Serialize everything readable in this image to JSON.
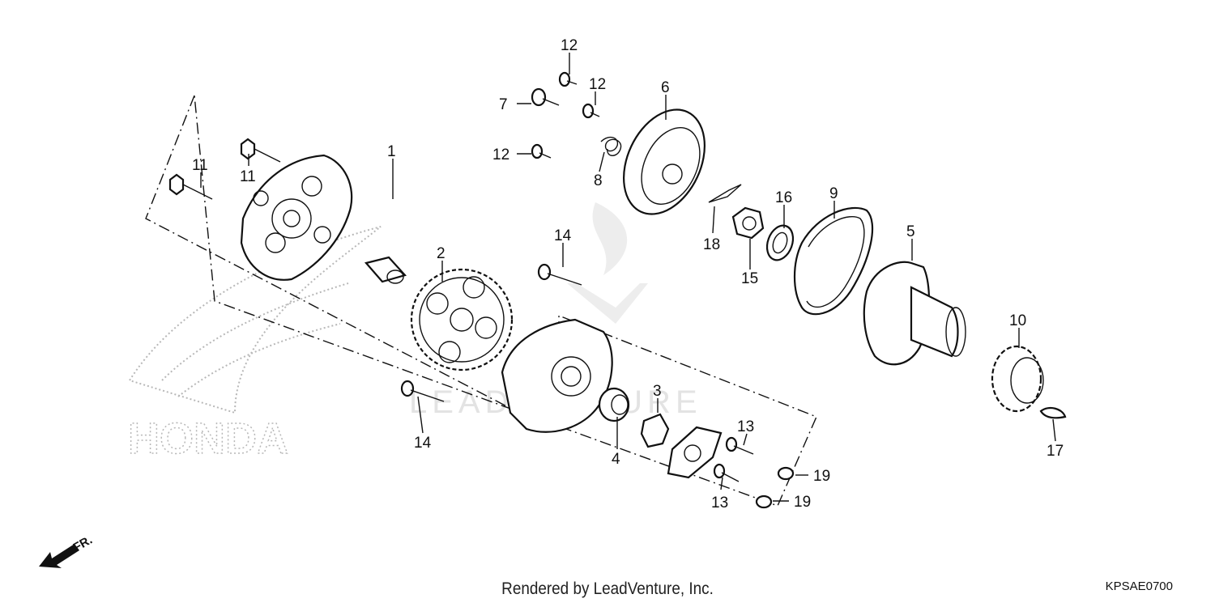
{
  "footer": {
    "rendered_by": "Rendered by LeadVenture, Inc.",
    "diagram_code": "KPSAE0700"
  },
  "watermark": {
    "brand_logo": "HONDA",
    "text": "LEADVENTURE"
  },
  "direction": {
    "label": "FR."
  },
  "callouts": {
    "c1": "1",
    "c2": "2",
    "c3": "3",
    "c4": "4",
    "c5": "5",
    "c6": "6",
    "c7": "7",
    "c8": "8",
    "c9": "9",
    "c10": "10",
    "c11a": "11",
    "c11b": "11",
    "c12a": "12",
    "c12b": "12",
    "c12c": "12",
    "c13a": "13",
    "c13b": "13",
    "c14a": "14",
    "c14b": "14",
    "c15": "15",
    "c16": "16",
    "c17": "17",
    "c18": "18",
    "c19a": "19",
    "c19b": "19"
  },
  "icons": {
    "direction_arrow": "arrow-down-left-icon"
  }
}
